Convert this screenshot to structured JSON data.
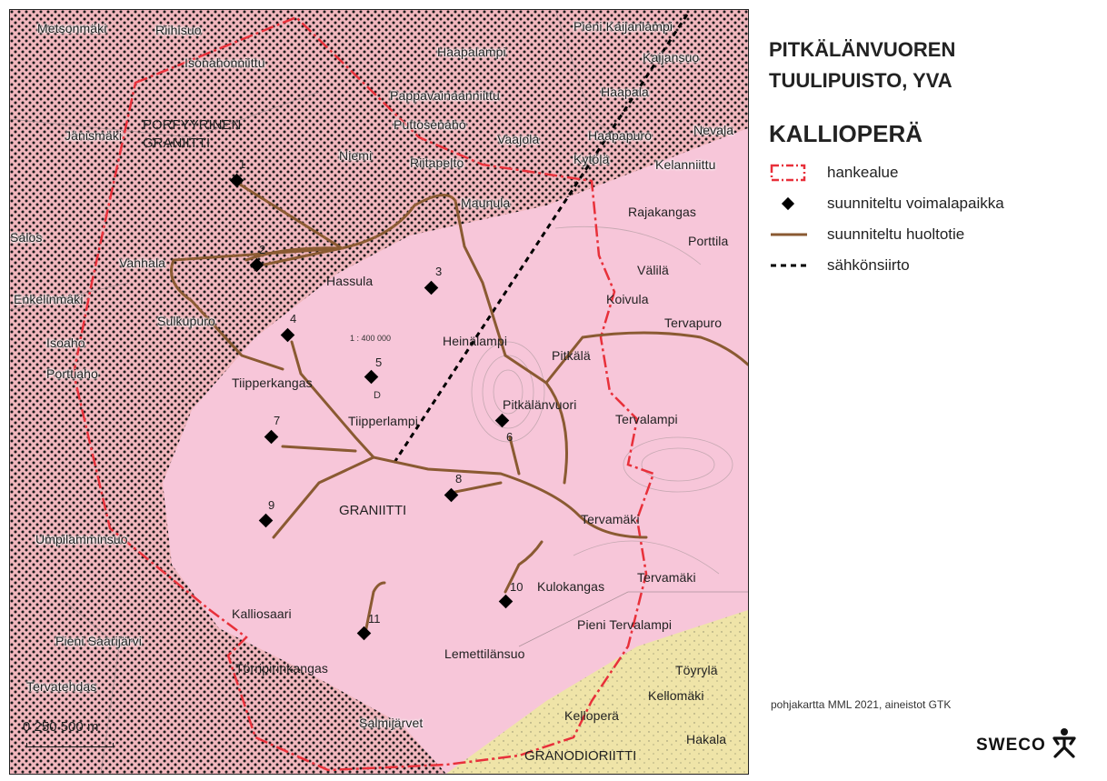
{
  "legend": {
    "title_line1": "PITKÄLÄNVUOREN",
    "title_line2": "TUULIPUISTO, YVA",
    "heading": "KALLIOPERÄ",
    "items": [
      {
        "label": "hankealue",
        "symbol": "dashed-red-box",
        "color": "#e8303a"
      },
      {
        "label": "suunniteltu voimalapaikka",
        "symbol": "black-diamond",
        "color": "#000000"
      },
      {
        "label": "suunniteltu huoltotie",
        "symbol": "brown-line",
        "color": "#8a5a32"
      },
      {
        "label": "sähkönsiirto",
        "symbol": "black-dashed-line",
        "color": "#000000"
      }
    ]
  },
  "source": "pohjakartta MML 2021, aineistot GTK",
  "logo": {
    "text": "SWECO",
    "icon": "sweco-figure-icon"
  },
  "scale": {
    "text": "0  250 500 m"
  },
  "map": {
    "scale_note": "1 : 400 000",
    "units": {
      "porfyyrinen_line1": "PORFYYRINEN",
      "porfyyrinen_line2": "GRANIITTI",
      "graniitti": "GRANIITTI",
      "granodioriitti": "GRANODIORIITTI"
    },
    "colors": {
      "porphyry": "#f1b7bd",
      "granite": "#f7c6d9",
      "granodiorite": "#efe4a8",
      "boundary": "#e8303a",
      "road": "#8a5a32"
    },
    "turbines": [
      "1",
      "2",
      "3",
      "4",
      "5",
      "6",
      "7",
      "8",
      "9",
      "10",
      "11"
    ],
    "substation_label": "D",
    "place_names": [
      "Metsonmäki",
      "Riihisuo",
      "Isonahonniittu",
      "Jänismäki",
      "Niemi",
      "Haapalampi",
      "Pieni Kaijanlampi",
      "Kaijansuo",
      "Pappavainaanniittu",
      "Haapala",
      "Puttosenaho",
      "Vaajola",
      "Haapapuro",
      "Nevala",
      "Riitapelto",
      "Kytölä",
      "Kelanniittu",
      "Maunula",
      "Salos",
      "Rajakangas",
      "Porttila",
      "Vanhala",
      "Enkelinmäki",
      "Hassula",
      "Välilä",
      "Koivula",
      "Tervapuro",
      "Sulkupuro",
      "Isoaho",
      "Heinälampi",
      "Pitkälä",
      "Porttiaho",
      "Tiipperkangas",
      "Pitkälänvuori",
      "Tiipperlampi",
      "Tervalampi",
      "Tervamäki",
      "Umpilamminsuo",
      "Tervamäki",
      "Kulokangas",
      "Kalliosaari",
      "Pieni Tervalampi",
      "Pieni Saarijärvi",
      "Lemettilänsuo",
      "Törripirinkangas",
      "Töyrylä",
      "Tervatehdas",
      "Kellomäki",
      "Salmijärvet",
      "Kelloperä",
      "Hakala"
    ]
  }
}
